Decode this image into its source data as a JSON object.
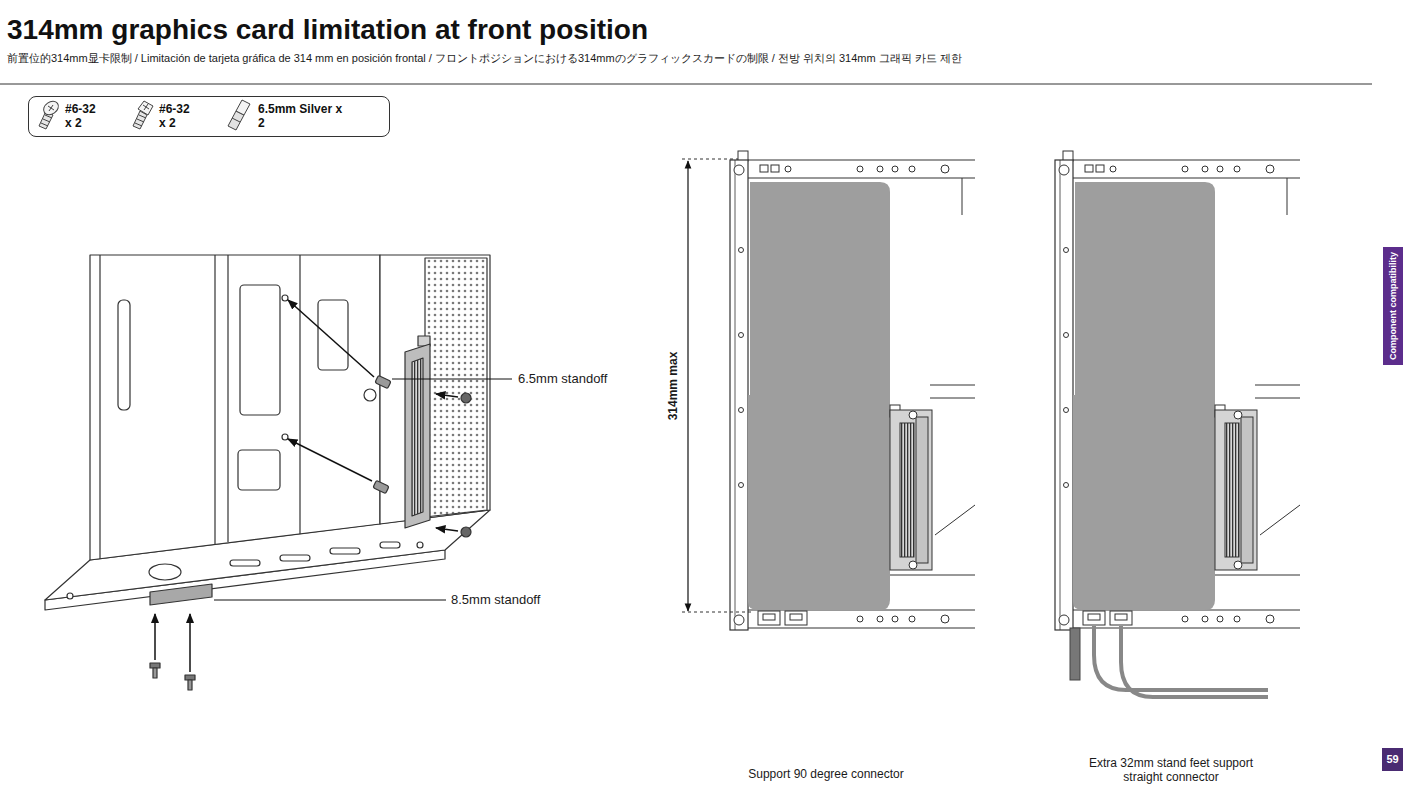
{
  "diagram": {
    "title": "314mm graphics card limitation at front position",
    "nodes": [
      {
        "text": [
          "#6-32 x 2",
          "#6-32 x 2",
          "6.5mm Silver x 2"
        ]
      },
      {
        "text": [
          "Component compatibility"
        ]
      },
      {
        "text": [
          "59"
        ]
      }
    ],
    "labels": [
      "前置位的314mm显卡限制 / Limitación de tarjeta gráfica de 314 mm en posición frontal / フロントポジションにおける314mmのグラフィックスカードの制限 / 전방 위치의 314mm 그래픽 카드 제한",
      "6.5mm standoff",
      "8.5mm standoff",
      "314mm max",
      "Support 90 degree connector",
      "Extra 32mm stand feet support straight connector"
    ]
  }
}
